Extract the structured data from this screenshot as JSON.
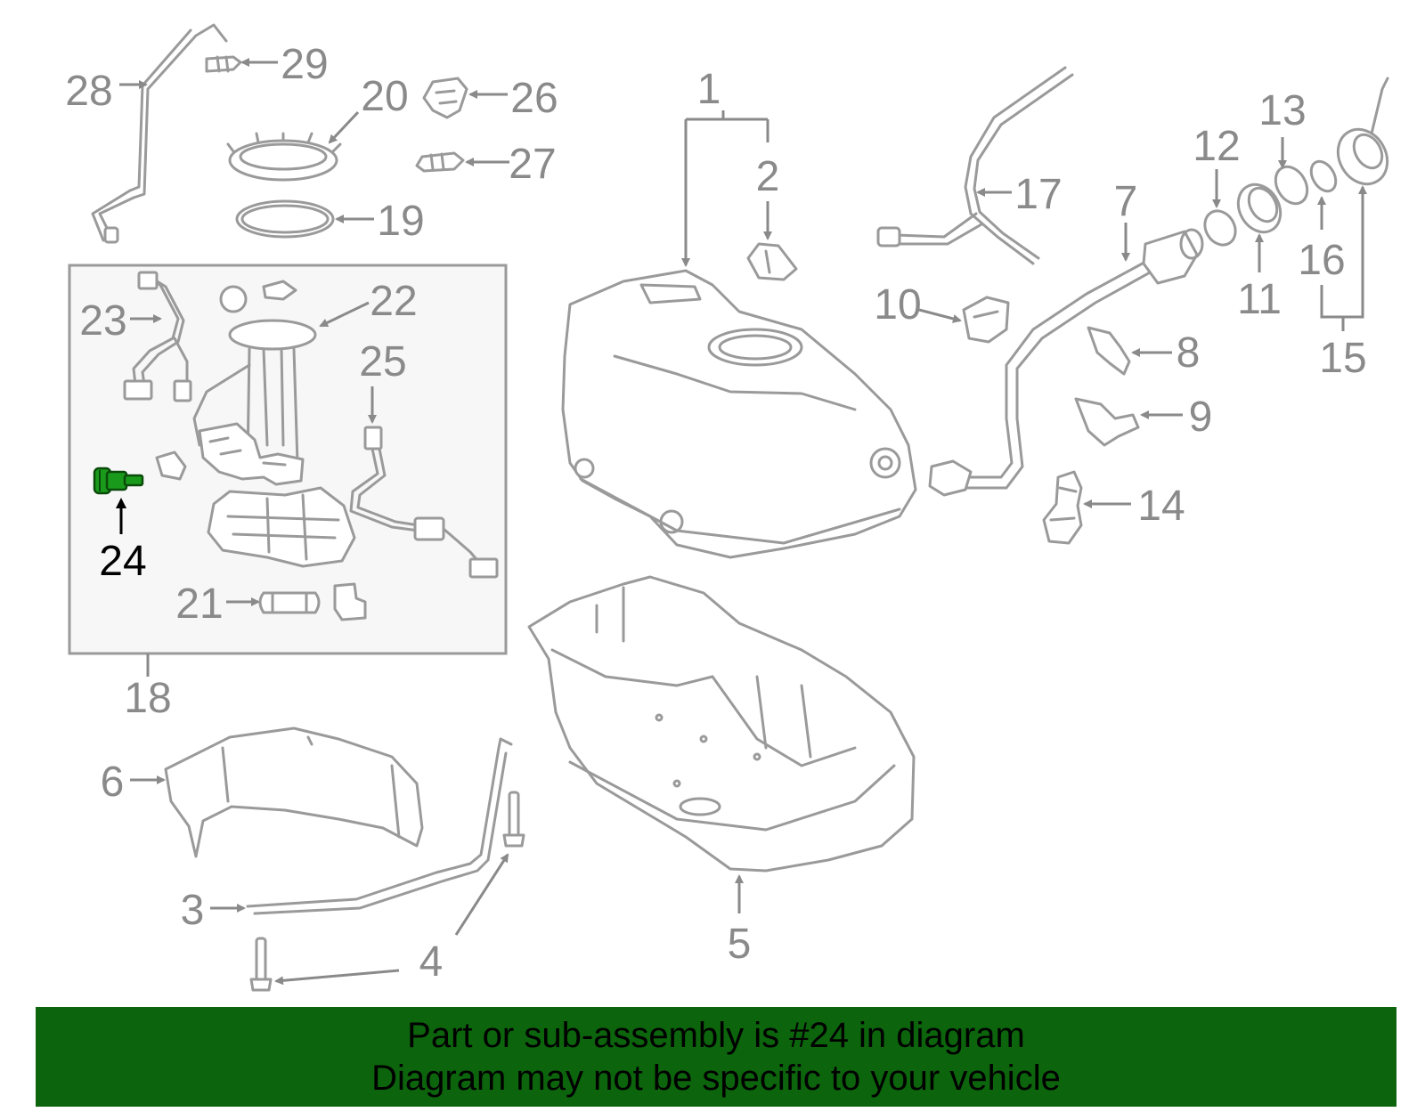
{
  "callouts": {
    "c1": "1",
    "c2": "2",
    "c3": "3",
    "c4": "4",
    "c5": "5",
    "c6": "6",
    "c7": "7",
    "c8": "8",
    "c9": "9",
    "c10": "10",
    "c11": "11",
    "c12": "12",
    "c13": "13",
    "c14": "14",
    "c15": "15",
    "c16": "16",
    "c17": "17",
    "c18": "18",
    "c19": "19",
    "c20": "20",
    "c21": "21",
    "c22": "22",
    "c23": "23",
    "c24": "24",
    "c25": "25",
    "c26": "26",
    "c27": "27",
    "c28": "28",
    "c29": "29"
  },
  "highlighted_part": "24",
  "colors": {
    "banner_background": "#0c640c",
    "highlight_part": "#1a9a1a",
    "line_art": "#9a9a9a",
    "inset_background": "#f7f7f7"
  },
  "banner": {
    "line1": "Part or sub-assembly is #24 in diagram",
    "line2": "Diagram may not be specific to your vehicle"
  }
}
